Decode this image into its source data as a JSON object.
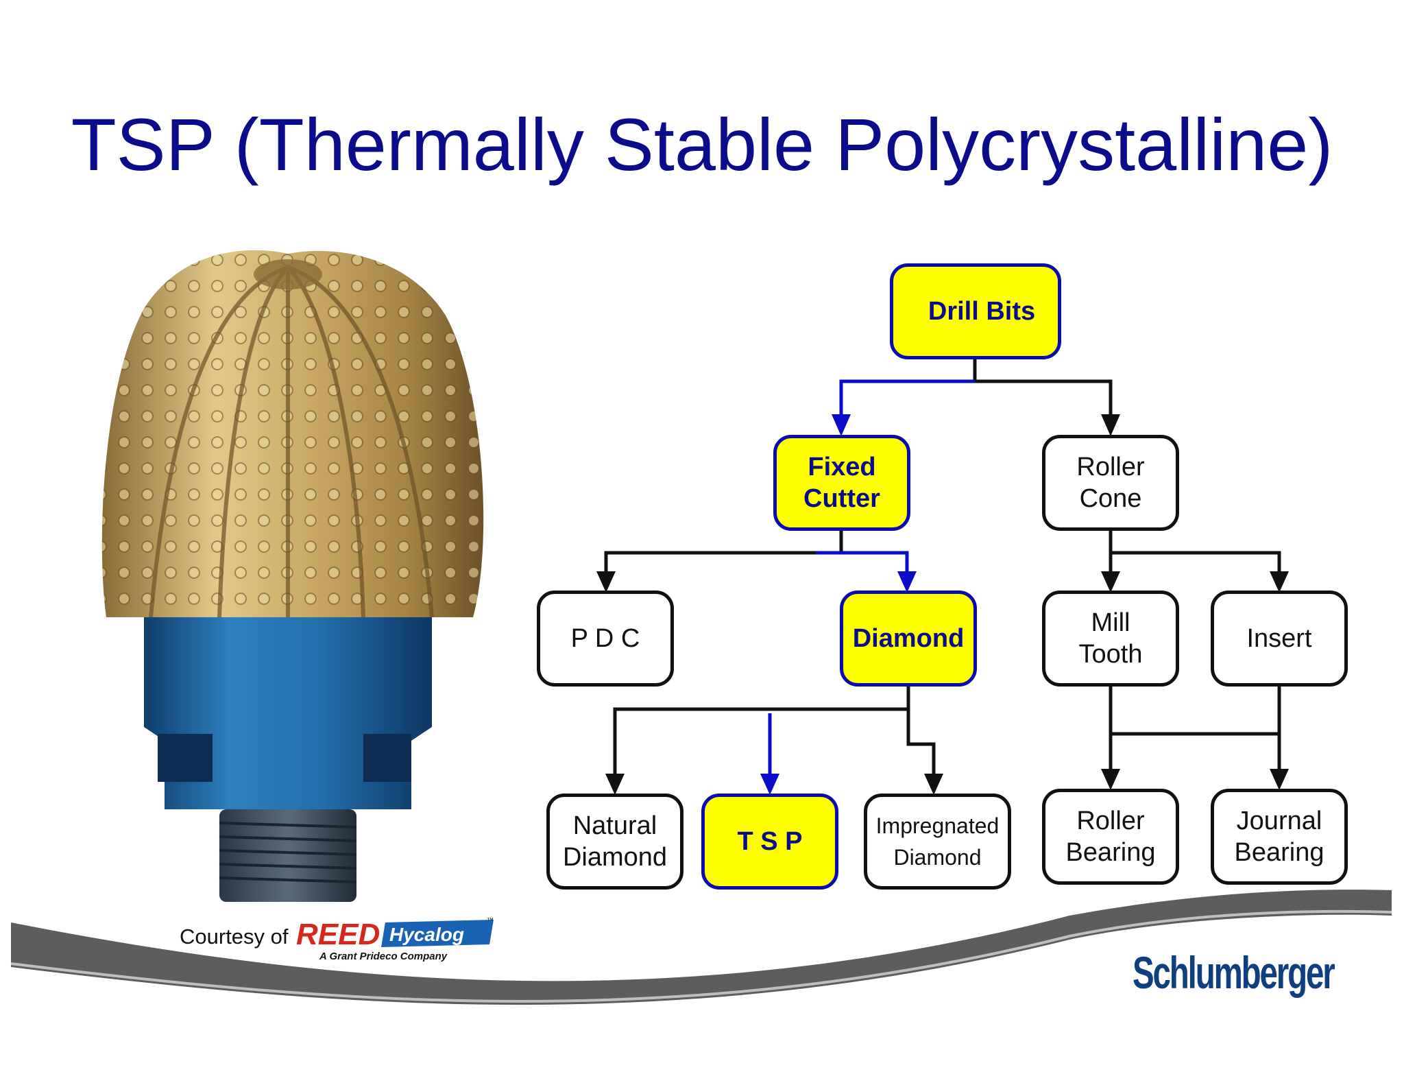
{
  "slide": {
    "title": "TSP (Thermally Stable Polycrystalline)"
  },
  "diagram": {
    "nodes": {
      "drill_bits": "Drill Bits",
      "fixed_cutter": "Fixed\nCutter",
      "roller_cone": "Roller\nCone",
      "pdc": "P D C",
      "diamond": "Diamond",
      "mill_tooth": "Mill\nTooth",
      "insert": "Insert",
      "natural_diamond": "Natural\nDiamond",
      "tsp": "T S P",
      "impregnated_diamond": "Impregnated\nDiamond",
      "roller_bearing": "Roller\nBearing",
      "journal_bearing": "Journal\nBearing"
    },
    "colors": {
      "highlight_fill": "#ffff00",
      "highlight_border": "#0b0bb0",
      "highlight_text": "#0b0b8c",
      "line": "#111111",
      "path": "#0b0bc8"
    }
  },
  "credits": {
    "courtesy_label": "Courtesy of",
    "logo_reed": "REED",
    "logo_hycalog": "Hycalog",
    "logo_tm": "™",
    "logo_tagline": "A Grant Prideco Company",
    "brand": "Schlumberger"
  },
  "image": {
    "subject": "drill-bit-photo"
  }
}
